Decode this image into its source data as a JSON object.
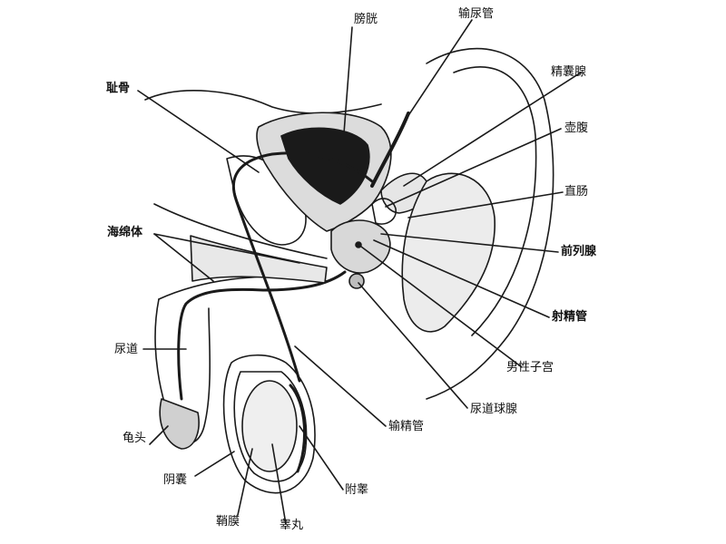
{
  "labels": {
    "bladder": "膀胱",
    "ureter": "输尿管",
    "seminal_vesicle": "精囊腺",
    "ampulla": "壶腹",
    "rectum": "直肠",
    "prostate": "前列腺",
    "ejaculatory_duct": "射精管",
    "prostatic_utricle": "男性子宫",
    "bulbourethral_gland": "尿道球腺",
    "vas_deferens": "输精管",
    "epididymis": "附睾",
    "testis": "睾丸",
    "tunica_vaginalis": "鞘膜",
    "scrotum": "阴囊",
    "glans": "龟头",
    "urethra": "尿道",
    "corpus_spongiosum": "海绵体",
    "pubis": "耻骨"
  }
}
